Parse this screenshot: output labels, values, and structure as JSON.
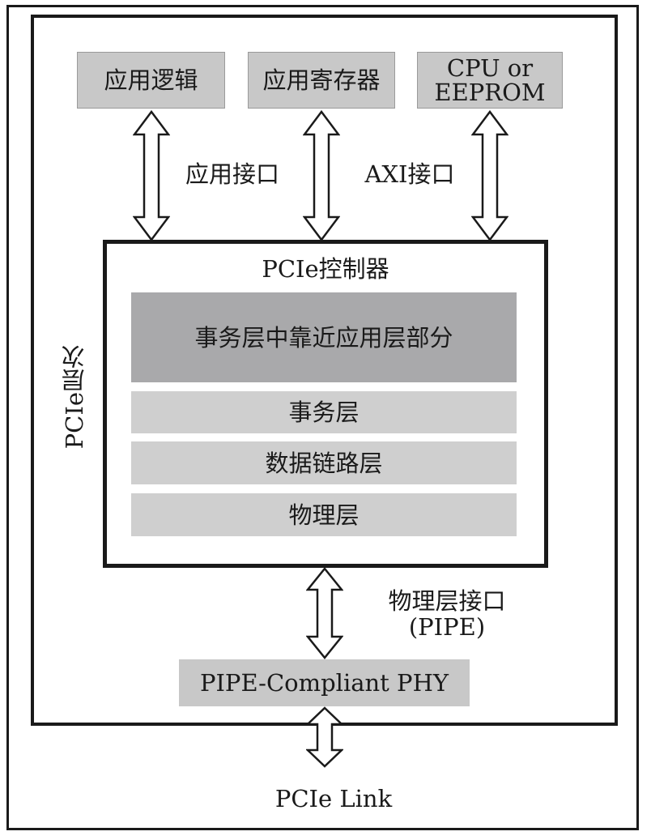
{
  "top_blocks": [
    {
      "label": "应用逻辑"
    },
    {
      "label": "应用寄存器"
    },
    {
      "label_line1": "CPU or",
      "label_line2": "EEPROM"
    }
  ],
  "interfaces": {
    "app": "应用接口",
    "axi": "AXI接口",
    "phy_line1": "物理层接口",
    "phy_line2": "(PIPE)"
  },
  "controller": {
    "title": "PCIe控制器",
    "layers": [
      "事务层中靠近应用层部分",
      "事务层",
      "数据链路层",
      "物理层"
    ]
  },
  "side_label": "PCIe层次",
  "phy_block": "PIPE-Compliant PHY",
  "link_label": "PCIe Link",
  "colors": {
    "block_gray": "#c8c8c8",
    "dark_layer": "#a9a9ab",
    "light_layer": "#cfcfcf",
    "border": "#1a1a1a"
  }
}
